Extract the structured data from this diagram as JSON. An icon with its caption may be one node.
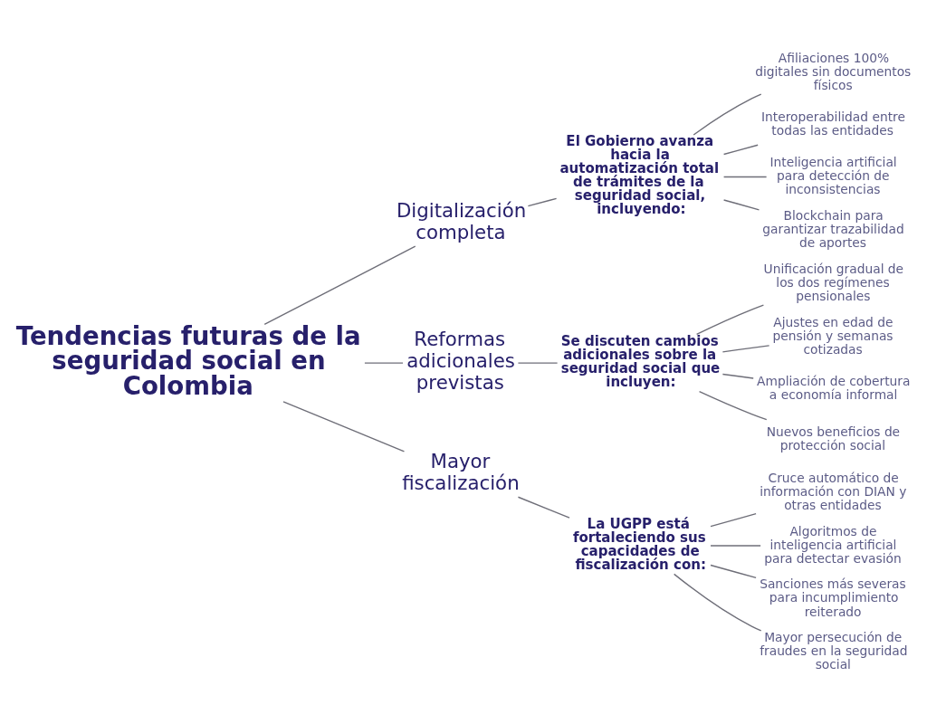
{
  "diagram": {
    "nodes": [
      {
        "text": [
          "Tendencias futuras de la seguridad social en Colombia"
        ]
      },
      {
        "text": [
          "Digitalización completa"
        ]
      },
      {
        "text": [
          "El Gobierno avanza hacia la automatización total de trámites de la seguridad social, incluyendo:"
        ]
      },
      {
        "text": [
          "Afiliaciones 100% digitales sin documentos físicos"
        ]
      },
      {
        "text": [
          "Interoperabilidad entre todas las entidades"
        ]
      },
      {
        "text": [
          "Inteligencia artificial para detección de inconsistencias"
        ]
      },
      {
        "text": [
          "Blockchain para garantizar trazabilidad de aportes"
        ]
      },
      {
        "text": [
          "Reformas adicionales previstas"
        ]
      },
      {
        "text": [
          "Se discuten cambios adicionales sobre la seguridad social que incluyen:"
        ]
      },
      {
        "text": [
          "Unificación gradual de los dos regímenes pensionales"
        ]
      },
      {
        "text": [
          "Ajustes en edad de pensión y semanas cotizadas"
        ]
      },
      {
        "text": [
          "Ampliación de cobertura a economía informal"
        ]
      },
      {
        "text": [
          "Nuevos beneficios de protección social"
        ]
      },
      {
        "text": [
          "Mayor fiscalización"
        ]
      },
      {
        "text": [
          "La UGPP está fortaleciendo sus capacidades de fiscalización con:"
        ]
      },
      {
        "text": [
          "Cruce automático de información con DIAN y otras entidades"
        ]
      },
      {
        "text": [
          "Algoritmos de inteligencia artificial para detectar evasión"
        ]
      },
      {
        "text": [
          "Sanciones más severas para incumplimiento reiterado"
        ]
      },
      {
        "text": [
          "Mayor persecución de fraudes en la seguridad social"
        ]
      }
    ],
    "edges": [
      {
        "from": 0,
        "to": 1,
        "arrow": "none"
      },
      {
        "from": 1,
        "to": 2,
        "arrow": "none"
      },
      {
        "from": 2,
        "to": 3,
        "arrow": "none"
      },
      {
        "from": 2,
        "to": 4,
        "arrow": "none"
      },
      {
        "from": 2,
        "to": 5,
        "arrow": "none"
      },
      {
        "from": 2,
        "to": 6,
        "arrow": "none"
      },
      {
        "from": 0,
        "to": 7,
        "arrow": "none"
      },
      {
        "from": 7,
        "to": 8,
        "arrow": "none"
      },
      {
        "from": 8,
        "to": 9,
        "arrow": "none"
      },
      {
        "from": 8,
        "to": 10,
        "arrow": "none"
      },
      {
        "from": 8,
        "to": 11,
        "arrow": "none"
      },
      {
        "from": 8,
        "to": 12,
        "arrow": "none"
      },
      {
        "from": 0,
        "to": 13,
        "arrow": "none"
      },
      {
        "from": 13,
        "to": 14,
        "arrow": "none"
      },
      {
        "from": 14,
        "to": 15,
        "arrow": "none"
      },
      {
        "from": 14,
        "to": 16,
        "arrow": "none"
      },
      {
        "from": 14,
        "to": 17,
        "arrow": "none"
      },
      {
        "from": 14,
        "to": 18,
        "arrow": "none"
      }
    ]
  }
}
